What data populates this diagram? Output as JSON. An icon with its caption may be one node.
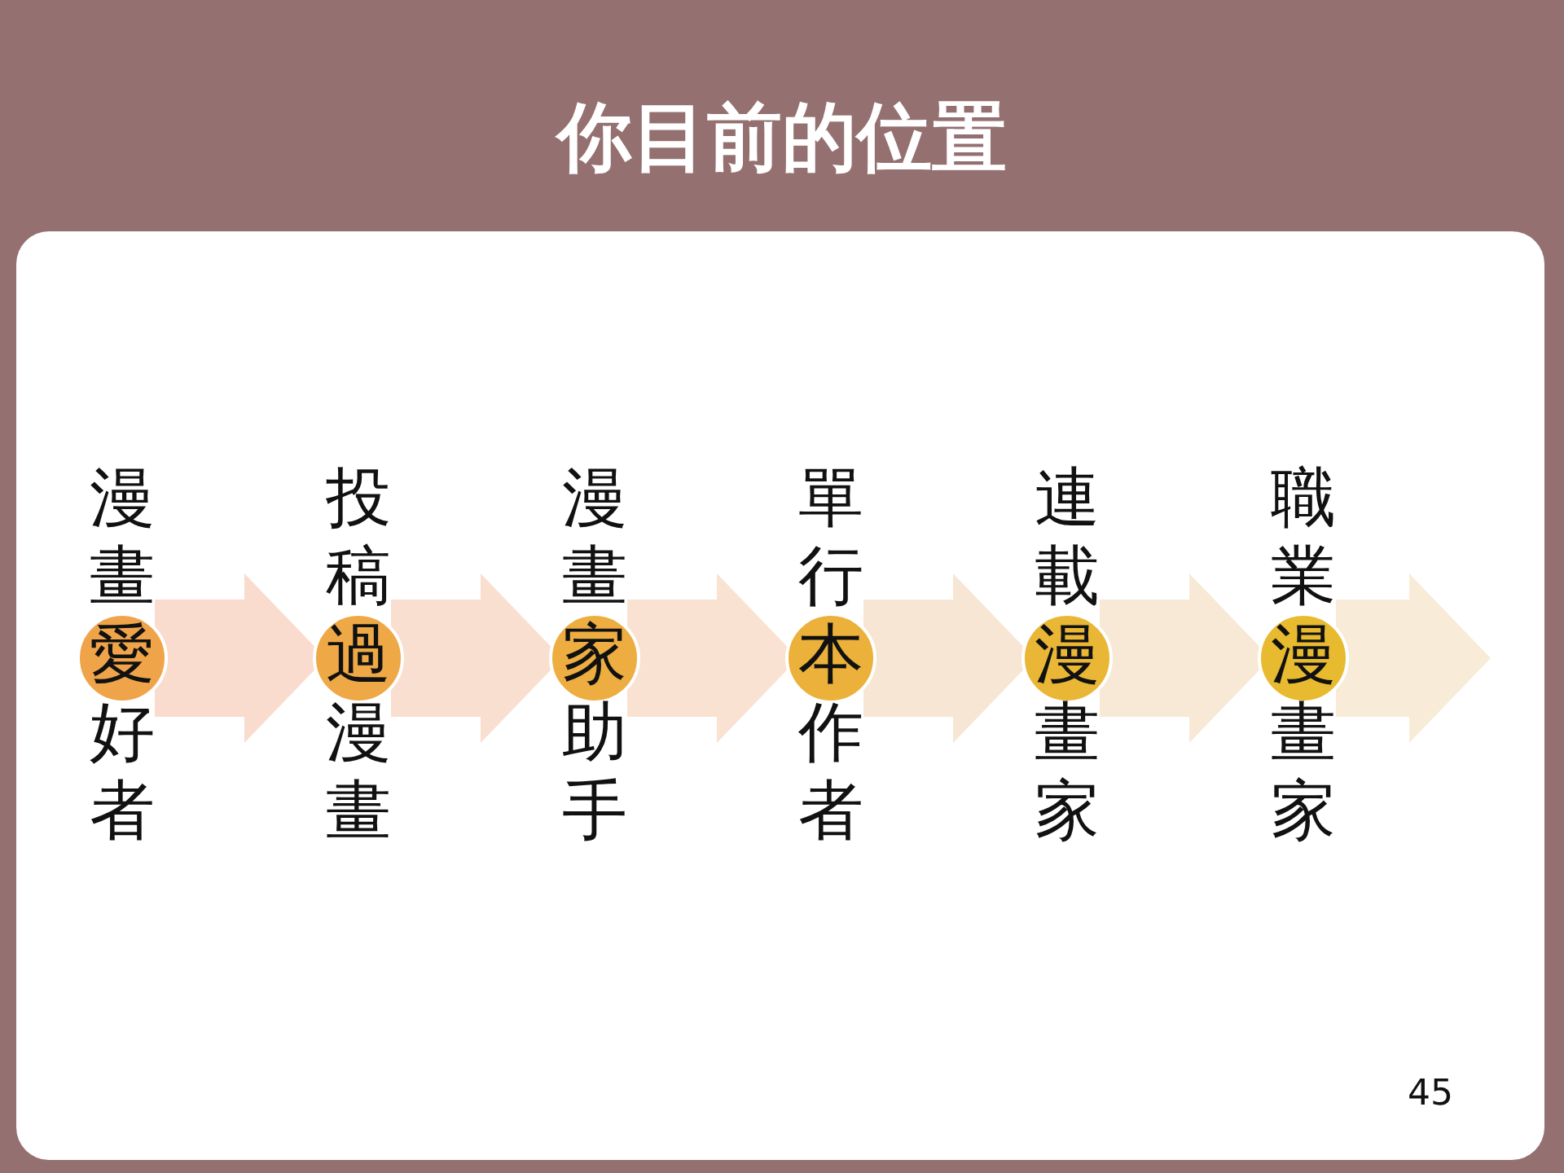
{
  "diagram": {
    "title": "你目前的位置",
    "nodes": [
      {
        "text": [
          "漫畫愛好者"
        ]
      },
      {
        "text": [
          "投稿過漫畫"
        ]
      },
      {
        "text": [
          "漫畫家助手"
        ]
      },
      {
        "text": [
          "單行本作者"
        ]
      },
      {
        "text": [
          "連載漫畫家"
        ]
      },
      {
        "text": [
          "職業漫畫家"
        ]
      }
    ],
    "edges": [
      {
        "from": 0,
        "to": 1,
        "arrow": "to",
        "style": "thick"
      },
      {
        "from": 1,
        "to": 2,
        "arrow": "to",
        "style": "thick"
      },
      {
        "from": 2,
        "to": 3,
        "arrow": "to",
        "style": "thick"
      },
      {
        "from": 3,
        "to": 4,
        "arrow": "to",
        "style": "thick"
      },
      {
        "from": 4,
        "to": 5,
        "arrow": "to",
        "style": "thick"
      },
      {
        "from": 5,
        "to": null,
        "arrow": "to",
        "style": "thick"
      }
    ],
    "labels": [
      "45"
    ]
  }
}
